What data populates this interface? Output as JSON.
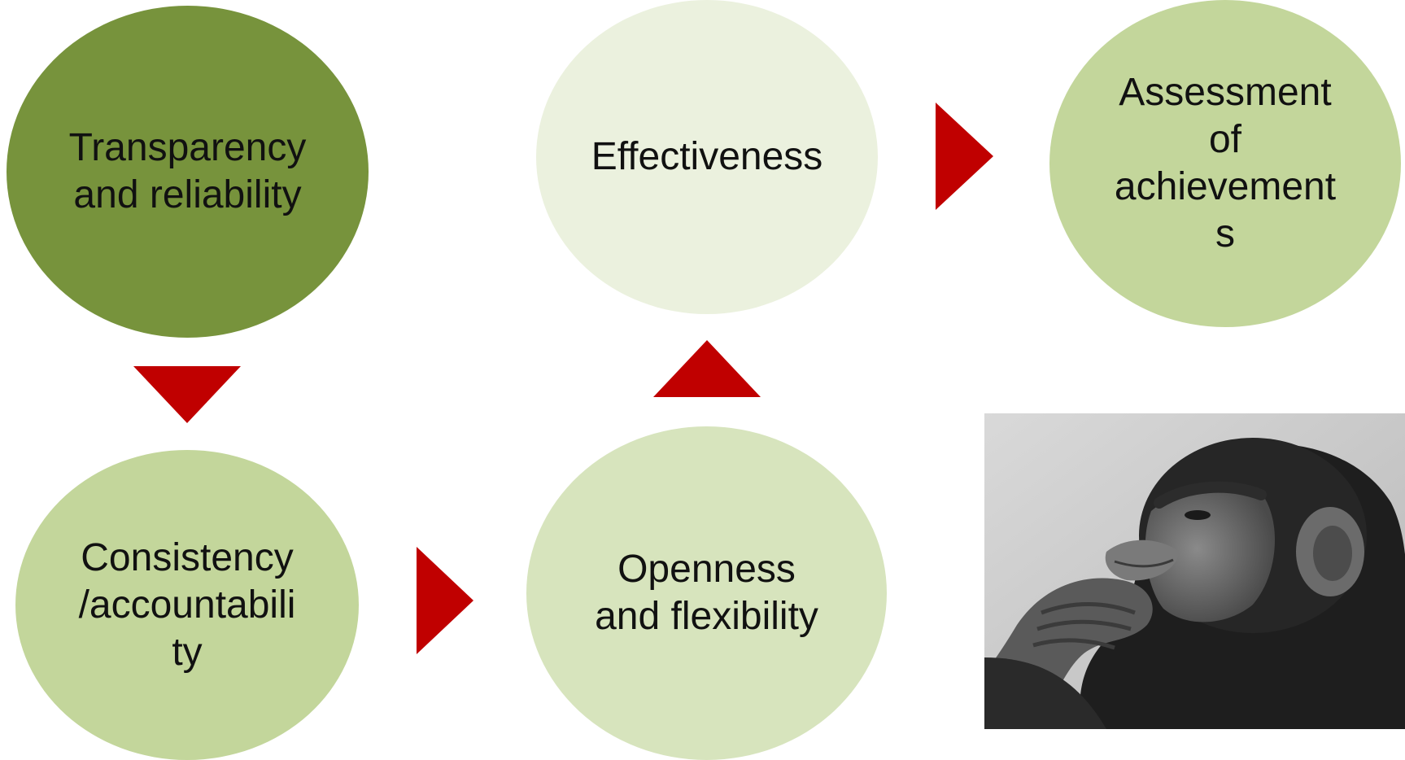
{
  "diagram": {
    "nodes": [
      {
        "id": "transparency",
        "label": "Transparency\nand reliability",
        "fill": "#77933c"
      },
      {
        "id": "consistency",
        "label": "Consistency\n/accountabili\nty",
        "fill": "#c3d69b"
      },
      {
        "id": "openness",
        "label": "Openness\nand flexibility",
        "fill": "#d7e4bd"
      },
      {
        "id": "effectiveness",
        "label": "Effectiveness",
        "fill": "#ebf1de"
      },
      {
        "id": "assessment",
        "label": "Assessment\nof\nachievement\ns",
        "fill": "#c3d69b"
      }
    ],
    "arrow_color": "#c00000",
    "image": {
      "subject": "chimpanzee-thinking-photo"
    }
  }
}
